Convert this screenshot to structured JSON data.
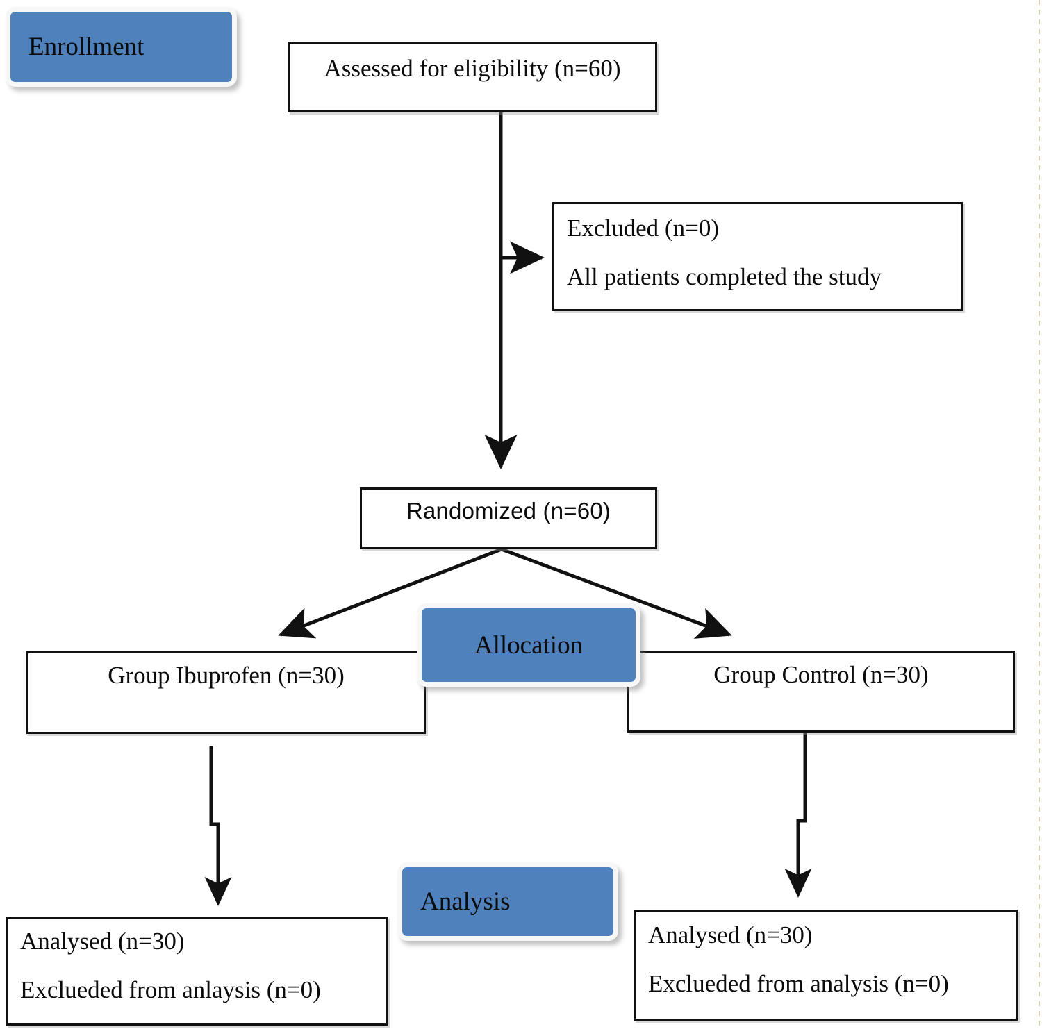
{
  "diagram": {
    "type": "consort-flow-diagram",
    "accent_color": "#4F81BD",
    "line_color": "#111111",
    "background": "#ffffff"
  },
  "stages": [
    {
      "id": "enrollment",
      "label": "Enrollment"
    },
    {
      "id": "allocation",
      "label": "Allocation"
    },
    {
      "id": "analysis",
      "label": "Analysis"
    }
  ],
  "boxes": {
    "assessed": {
      "line1": "Assessed for eligibility (n=60)"
    },
    "excluded": {
      "line1": "Excluded (n=0)",
      "line2": "All patients completed the study"
    },
    "randomized": {
      "line1": "Randomized (n=60)"
    },
    "group_left": {
      "line1": "Group Ibuprofen (n=30)"
    },
    "group_right": {
      "line1": "Group Control (n=30)"
    },
    "analysed_left": {
      "line1": "Analysed (n=30)",
      "line2": "Exclueded from anlaysis (n=0)"
    },
    "analysed_right": {
      "line1": "Analysed (n=30)",
      "line2": "Exclueded from analysis (n=0)"
    }
  }
}
